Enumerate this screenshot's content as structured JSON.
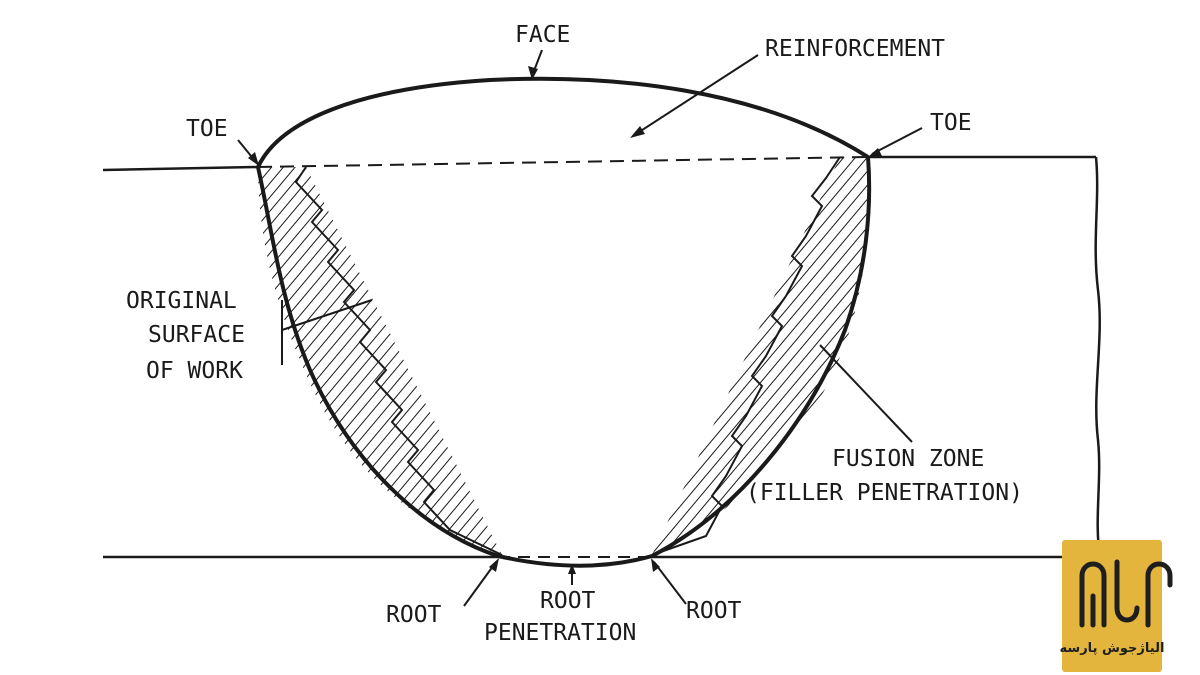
{
  "labels": {
    "face": "FACE",
    "reinforcement": "REINFORCEMENT",
    "toe_left": "TOE",
    "toe_right": "TOE",
    "original_surface": [
      "ORIGINAL",
      "SURFACE",
      "OF WORK"
    ],
    "fusion_zone": [
      "FUSION ZONE",
      "(FILLER PENETRATION)"
    ],
    "root_left": "ROOT",
    "root_right": "ROOT",
    "root_penetration": [
      "ROOT",
      "PENETRATION"
    ]
  },
  "logo": {
    "text": "الیاژجوش پارسه",
    "bg_color": "#e3b53c",
    "mark_color": "#1e1e1e"
  },
  "colors": {
    "line": "#1a1a1a",
    "background": "#ffffff"
  }
}
